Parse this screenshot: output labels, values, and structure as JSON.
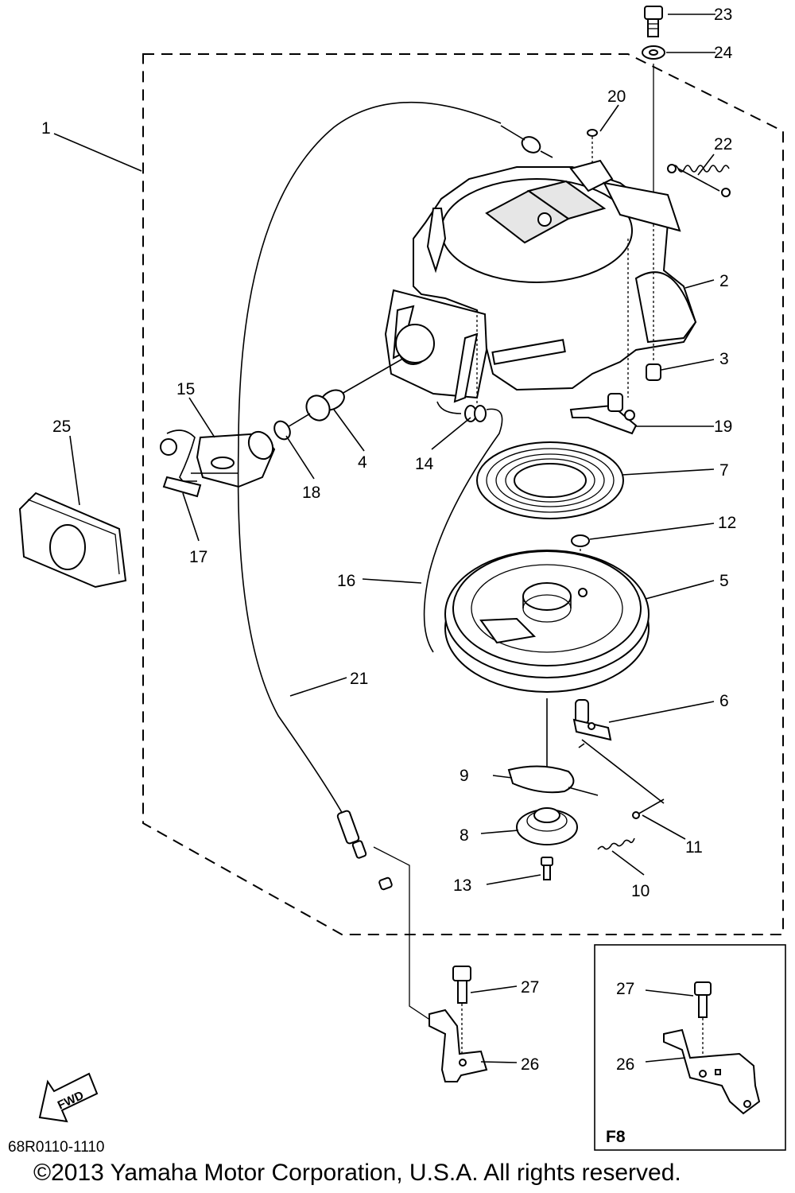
{
  "callouts": {
    "c1": "1",
    "c2": "2",
    "c3": "3",
    "c4": "4",
    "c5": "5",
    "c6": "6",
    "c7": "7",
    "c8": "8",
    "c9": "9",
    "c10": "10",
    "c11": "11",
    "c12": "12",
    "c13": "13",
    "c14": "14",
    "c15": "15",
    "c16": "16",
    "c17": "17",
    "c18": "18",
    "c19": "19",
    "c20": "20",
    "c21": "21",
    "c22": "22",
    "c23": "23",
    "c24": "24",
    "c25": "25",
    "c26": "26",
    "c27": "27",
    "inset_c26": "26",
    "inset_c27": "27"
  },
  "inset": {
    "label": "F8"
  },
  "fwd_badge": "FWD",
  "diagram_code": "68R0110-1110",
  "copyright": "©2013 Yamaha Motor Corporation, U.S.A. All rights reserved."
}
